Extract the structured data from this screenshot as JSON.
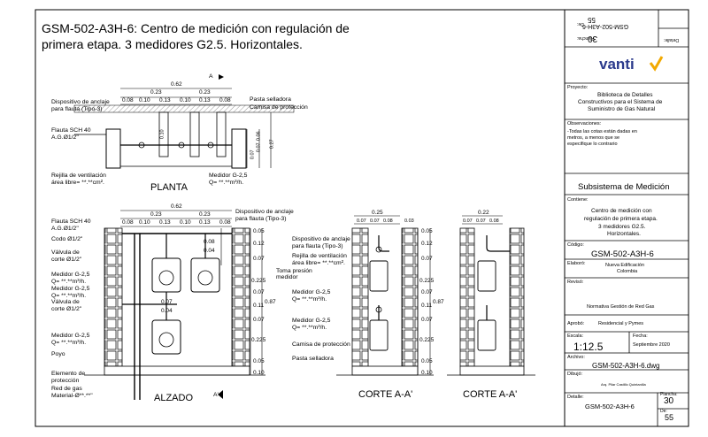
{
  "title": {
    "line1": "GSM-502-A3H-6: Centro de medición con regulación de",
    "line2": "primera etapa.  3 medidores G2.5. Horizontales."
  },
  "plan": {
    "section_marker_top": "A",
    "dims_top": {
      "total": "0.62",
      "left": "0.23",
      "right": "0.23",
      "row": [
        "0.08",
        "0.10",
        "0.13",
        "0.10",
        "0.13",
        "0.08"
      ]
    },
    "dims_side": [
      "0.07",
      "0.07",
      "0.06",
      "0.27"
    ],
    "dim_0_10": "0.10",
    "labels": {
      "anchor": "Dispositivo de anclaje",
      "anchor2": "para flauta (Tipo-3)",
      "seal": "Pasta selladora",
      "sleeve": "Camisa de protección",
      "flauta1": "Flauta SCH 40",
      "flauta2": "A.G.Ø1/2\"",
      "vent1": "Rejilla de ventilación",
      "vent2": "área libre= **.**cm².",
      "meter1": "Medidor G-2,5",
      "meter2": "Q= **.**m³/h."
    },
    "caption": "PLANTA"
  },
  "elevation": {
    "dims_top": {
      "total": "0.62",
      "left": "0.23",
      "right": "0.23",
      "row": [
        "0.08",
        "0.10",
        "0.13",
        "0.10",
        "0.13",
        "0.08"
      ]
    },
    "dims_right": [
      "0.05",
      "0.12",
      "0.07",
      "0.225",
      "0.07",
      "0.11",
      "0.07",
      "0.225",
      "0.05",
      "0.10"
    ],
    "dim_total_right": "0.87",
    "inner_dims": [
      "0.08",
      "0.04",
      "0.07",
      "0.04"
    ],
    "labels": {
      "flauta1": "Flauta SCH 40",
      "flauta2": "A.G.Ø1/2\"",
      "codo": "Codo Ø1/2\"",
      "valve1": "Válvula de",
      "valve2": "corte Ø1/2\"",
      "meter_a1": "Medidor G-2,5",
      "meter_a2": "Q= **.**m³/h.",
      "meter_b1": "Medidor G-2,5",
      "meter_b2": "Q= **.**m³/h.",
      "valve3": "Válvula de",
      "valve4": "corte Ø1/2\"",
      "meter_c1": "Medidor G-2,5",
      "meter_c2": "Q= **.**m³/h.",
      "poyo": "Poyo",
      "elem1": "Elemento de",
      "elem2": "protección",
      "red1": "Red de gas",
      "red2": "Material-Ø**.**\"",
      "anchor1": "Dispositivo de anclaje",
      "anchor2": "para flauta (Tipo-3)"
    },
    "caption": "ALZADO",
    "section_marker": "A'"
  },
  "corte1": {
    "dims_top": {
      "total": "0.25",
      "row": [
        "0.07",
        "0.07",
        "0.08",
        "0.03"
      ]
    },
    "dims_right": [
      "0.05",
      "0.12",
      "0.07",
      "0.225",
      "0.07",
      "0.11",
      "0.07",
      "0.225",
      "0.05",
      "0.10"
    ],
    "dim_total_right": "0.87",
    "labels": {
      "anchor1": "Dispositivo de anclaje",
      "anchor2": "para flauta (Tipo-3)",
      "vent1": "Rejilla de ventilación",
      "vent2": "área libre=  **.**cm².",
      "toma1": "Toma presión",
      "toma2": "medidor",
      "meter_a1": "Medidor G-2,5",
      "meter_a2": "Q= **.**m³/h.",
      "meter_b1": "Medidor G-2,5",
      "meter_b2": "Q= **.**m³/h.",
      "sleeve": "Camisa de protección",
      "seal": "Pasta selladora"
    },
    "caption": "CORTE A-A'"
  },
  "corte2": {
    "dims_top": {
      "total": "0.22",
      "row": [
        "0.07",
        "0.07",
        "0.08"
      ]
    },
    "caption": "CORTE A-A'"
  },
  "titleblock": {
    "rotated_code": "GSM-502-A3H-6",
    "rotated_detail_label": "Detalle:",
    "rotated_sheet_label": "Plancha:",
    "rotated_sheet": "30",
    "rotated_of_label": "De:",
    "rotated_of": "55",
    "brand": "vanti",
    "proyecto_label": "Proyecto:",
    "proyecto": [
      "Biblioteca de Detalles",
      "Constructivos para el Sistema de",
      "Suministro de Gas Natural"
    ],
    "obs_label": "Observaciones:",
    "obs": [
      "-Todas las cotas están dadas en",
      "metros, a menos que se",
      "especifique lo contrario"
    ],
    "subsystem": "Subsistema de Medición",
    "contiene_label": "Contiene:",
    "contiene": [
      "Centro de medición con",
      "regulación de primera etapa.",
      "3 medidores G2.5.",
      "Horizontales."
    ],
    "codigo_label": "Código:",
    "codigo": "GSM-502-A3H-6",
    "elaboro_label": "Elaboró:",
    "elaboro": [
      "Nueva Edificación",
      "Colombia"
    ],
    "reviso_label": "Revisó:",
    "reviso": "Normativa Gestión de Red Gas",
    "aprobo_label": "Aprobó:",
    "aprobo": "Residencial y Pymes",
    "escala_label": "Escala:",
    "escala": "1:12.5",
    "fecha_label": "Fecha:",
    "fecha": "Septiembre 2020",
    "archivo_label": "Archivo:",
    "archivo": "GSM-502-A3H-6.dwg",
    "dibujo_label": "Dibujó:",
    "dibujo": "Arq. Pilar Castillo Quintanilla",
    "detalle_label": "Detalle:",
    "detalle": "GSM-502-A3H-6",
    "plancha_label": "Plancha:",
    "plancha": "30",
    "de_label": "De:",
    "de": "55"
  },
  "colors": {
    "accent": "#f2a900",
    "brand_blue": "#2b3a8c"
  }
}
